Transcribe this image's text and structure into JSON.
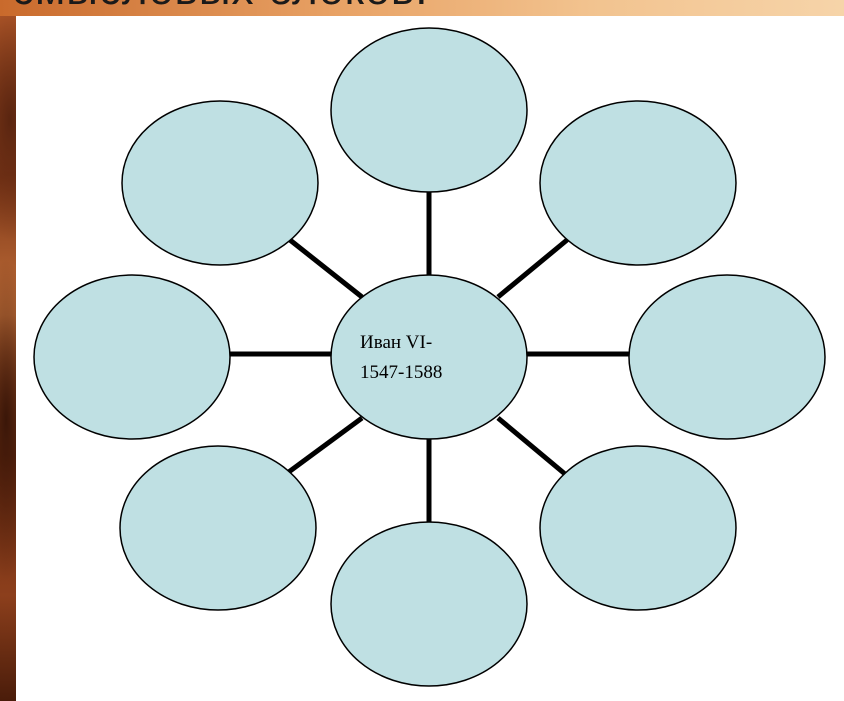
{
  "slide": {
    "heading": "смысловых блоков."
  },
  "diagram": {
    "center": {
      "line1": "Иван VI-",
      "line2": "1547-1588"
    },
    "bubble_count": 8,
    "colors": {
      "bubble_fill": "#bfe0e3",
      "outline": "#000000"
    }
  }
}
